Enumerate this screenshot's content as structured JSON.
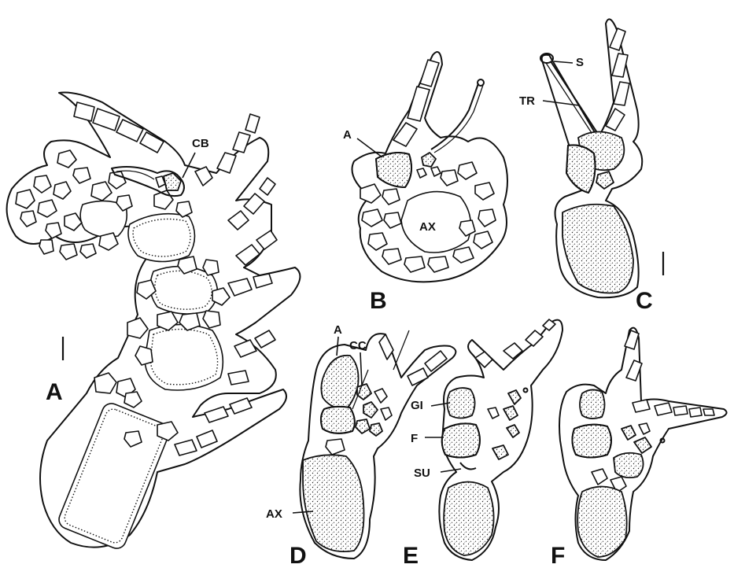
{
  "panels": [
    {
      "id": "A",
      "label": "A"
    },
    {
      "id": "B",
      "label": "B"
    },
    {
      "id": "C",
      "label": "C"
    },
    {
      "id": "D",
      "label": "D"
    },
    {
      "id": "E",
      "label": "E"
    },
    {
      "id": "F",
      "label": "F"
    }
  ],
  "annotations": {
    "cb": "CB",
    "a_b": "A",
    "ax_b": "AX",
    "s": "S",
    "tr": "TR",
    "a_d": "A",
    "cc": "CC",
    "ax_d": "AX",
    "gi": "GI",
    "f": "F",
    "su": "SU"
  },
  "colors": {
    "ink": "#111111",
    "background": "#ffffff"
  }
}
